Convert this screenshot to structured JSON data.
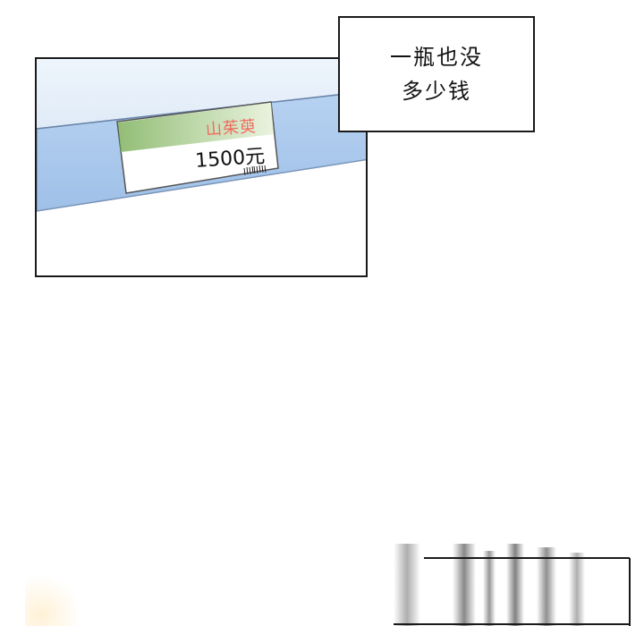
{
  "panel": {
    "product_name": "山茱萸",
    "price": "1500元"
  },
  "caption": {
    "line1": "一瓶也没",
    "line2": "多少钱"
  },
  "colors": {
    "shelf_blue": "#a9c8ec",
    "shelf_light": "#e9f2fb",
    "tag_green": "#8fbf6a",
    "name_red": "#f06a5e"
  }
}
